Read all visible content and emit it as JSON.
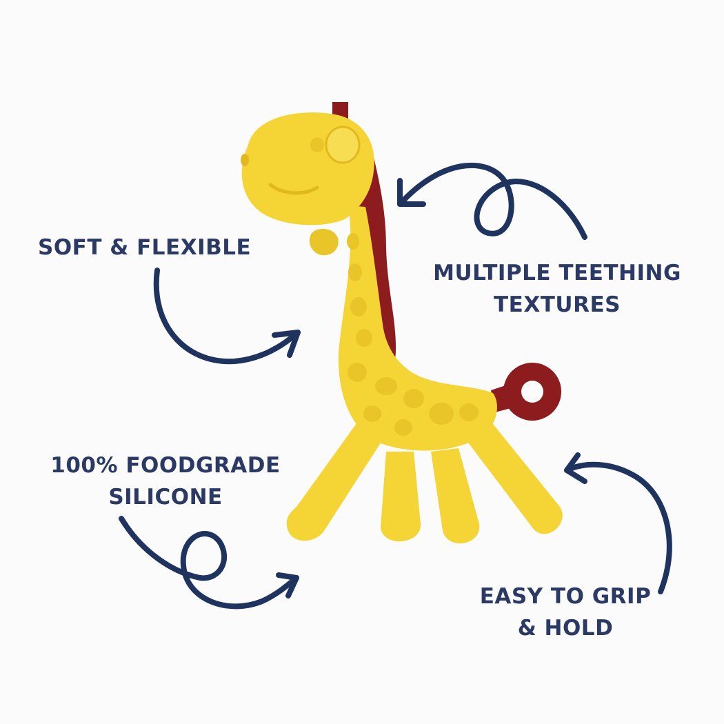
{
  "colors": {
    "text": "#2a3a64",
    "arrow": "#1f335f",
    "silicone": "#f5d435",
    "silicone_shade": "#e2b81e",
    "mane": "#8c1c1e",
    "background": "#fbfbfb"
  },
  "features": {
    "soft": {
      "line1": "SOFT & FLEXIBLE"
    },
    "teething": {
      "line1": "MULTIPLE TEETHING",
      "line2": "TEXTURES"
    },
    "foodgrade": {
      "line1": "100% FOODGRADE",
      "line2": "SILICONE"
    },
    "grip": {
      "line1": "EASY TO GRIP",
      "line2": "& HOLD"
    }
  },
  "illustration": {
    "subject": "giraffe-teether",
    "arrows": [
      "curved-arrow",
      "loop-arrow",
      "loop-arrow",
      "curved-arrow"
    ]
  }
}
